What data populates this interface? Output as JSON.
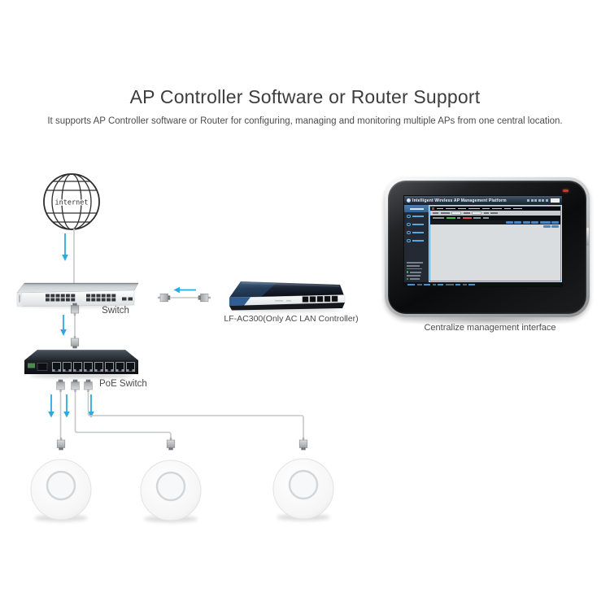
{
  "page": {
    "title": "AP Controller Software or Router Support",
    "subtitle": "It supports AP Controller software or Router for configuring, managing and monitoring multiple APs from one central location."
  },
  "diagram": {
    "internet_label": "internet",
    "switch_label": "Switch",
    "controller_label": "LF-AC300(Only AC LAN Controller)",
    "poe_switch_label": "PoE Switch",
    "tablet_caption": "Centralize management interface"
  },
  "tablet_screen": {
    "title": "Intelligent Wireless AP Management Platform"
  },
  "colors": {
    "arrow_blue": "#29abe2",
    "cable_gray": "#c5c7c9",
    "screen_accent_blue": "#4f9fd8",
    "status_green": "#3fbf4f",
    "status_red": "#e05248"
  }
}
